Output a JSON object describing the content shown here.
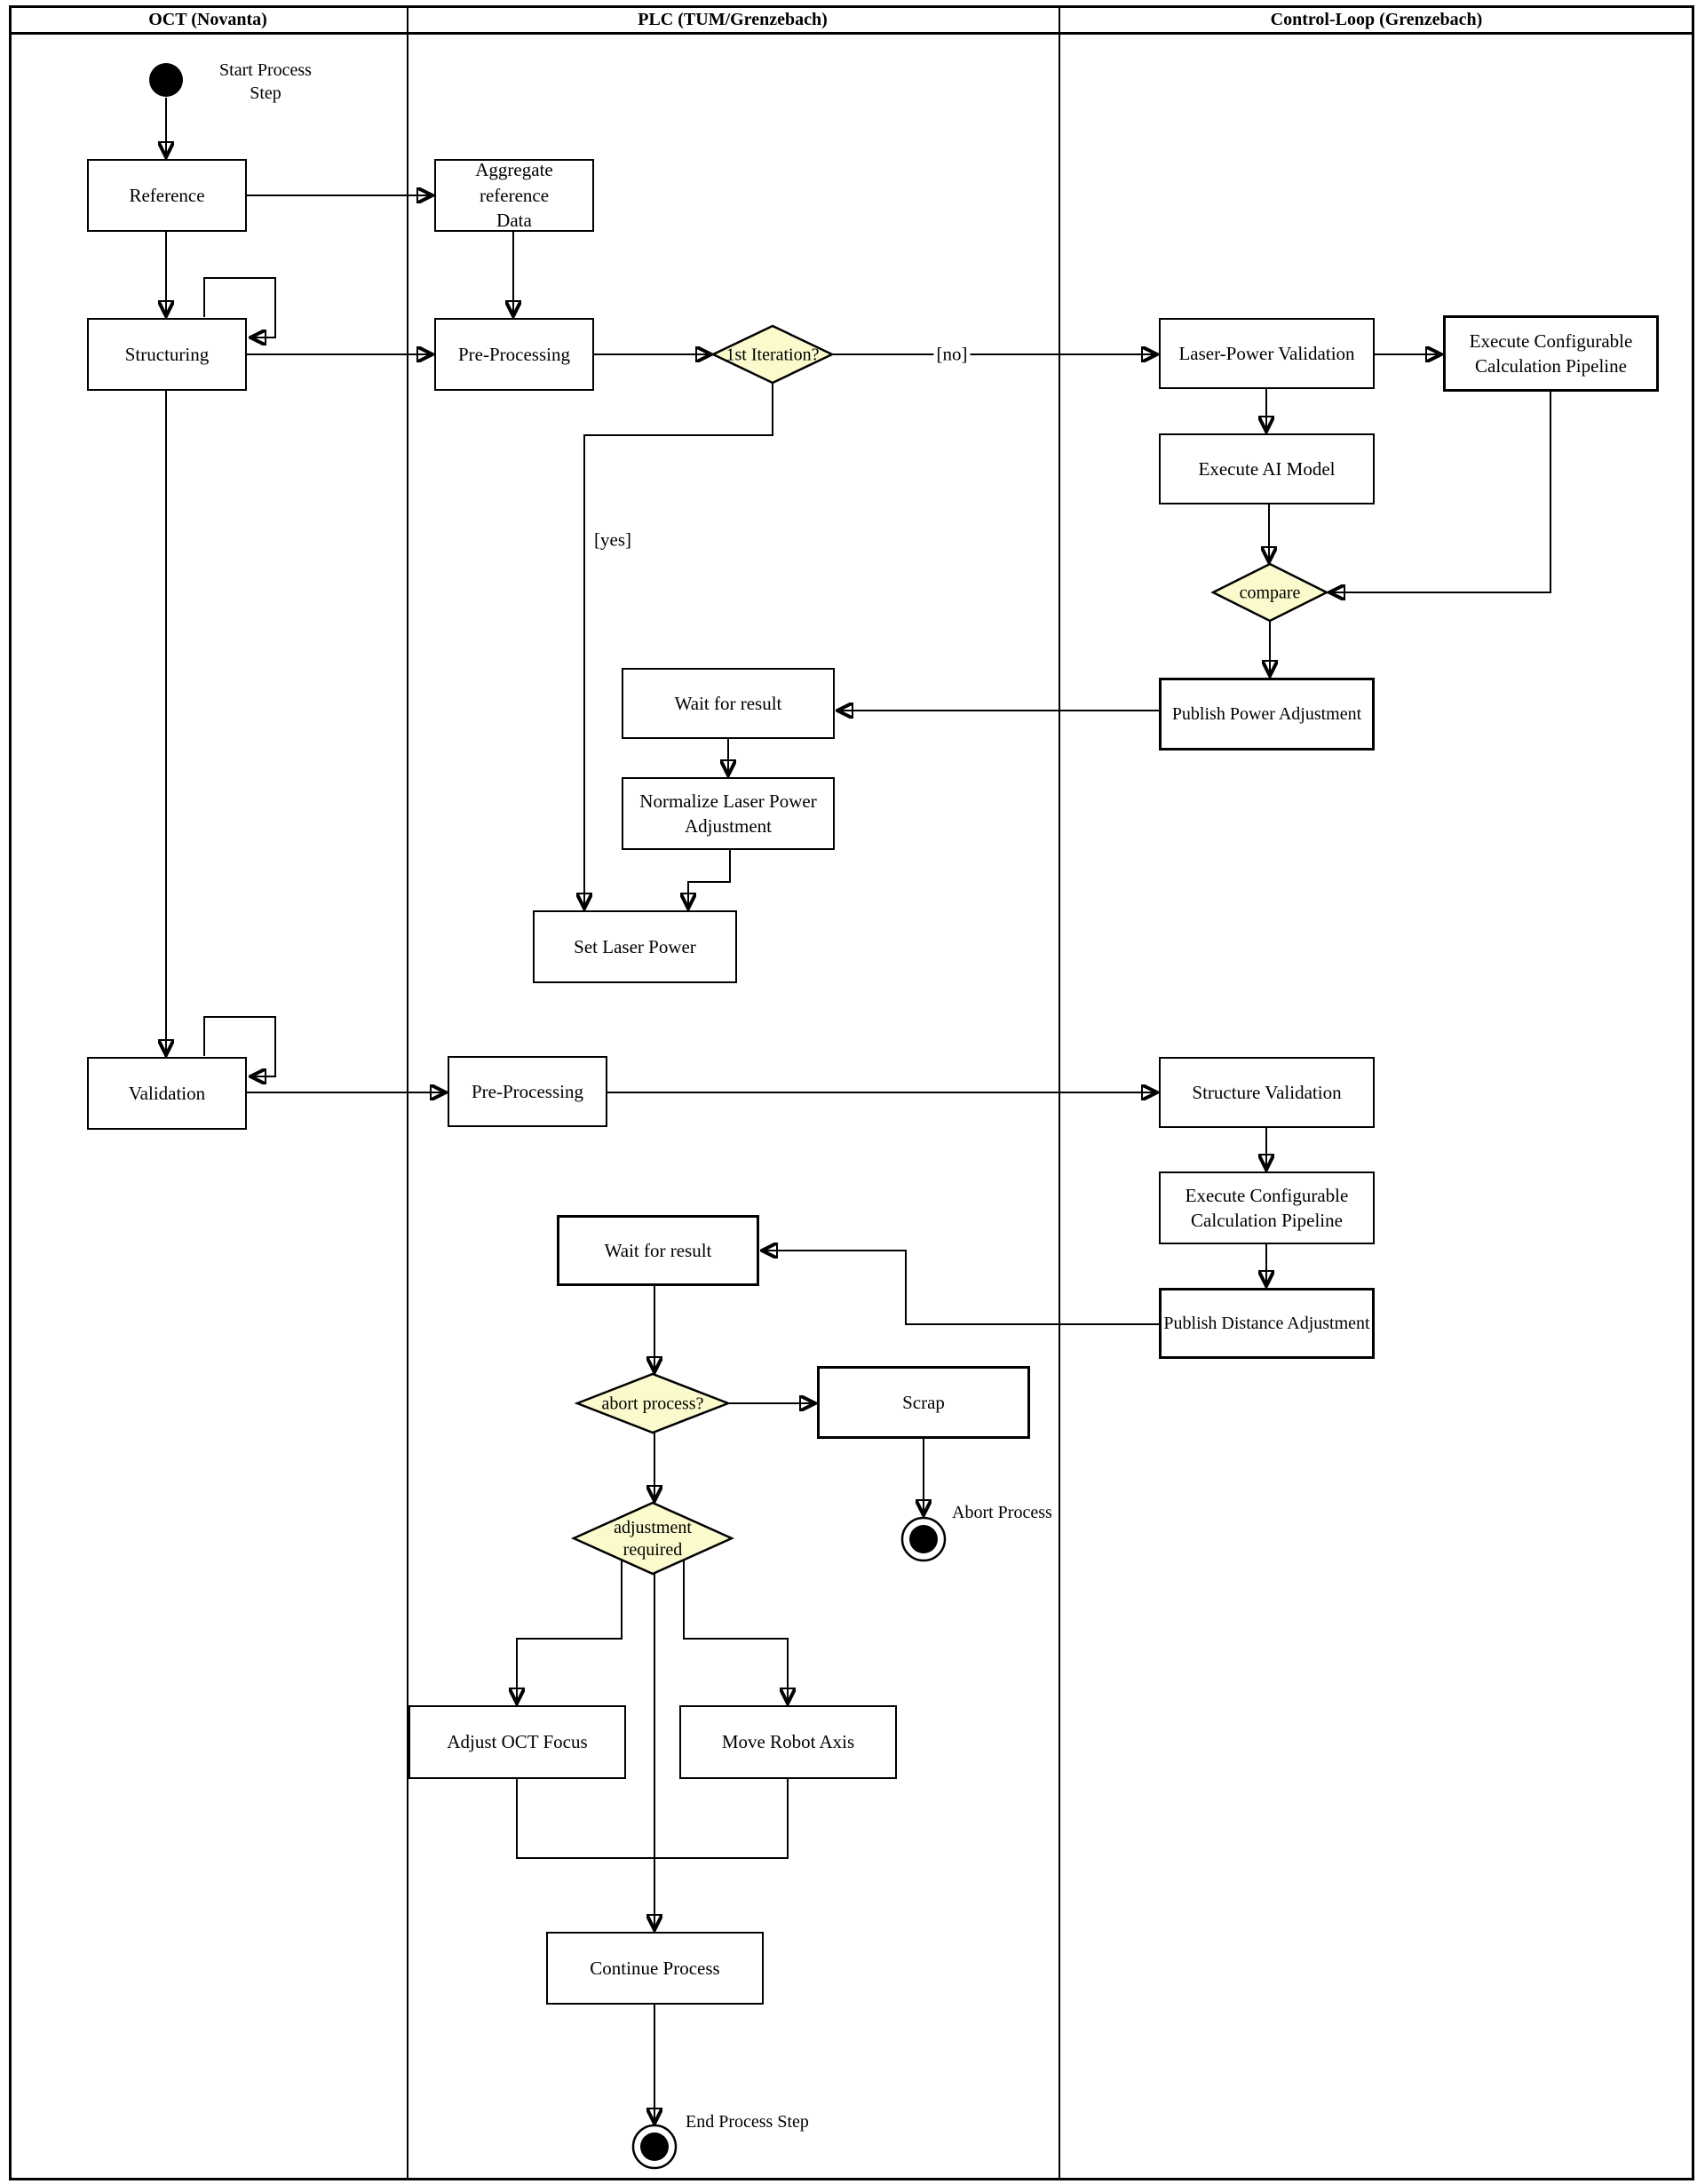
{
  "diagram_type": "uml-activity-swimlane",
  "colors": {
    "decision_fill": "#FBFACC",
    "line": "#000000",
    "background": "#FFFFFF"
  },
  "lanes": [
    {
      "title": "OCT (Novanta)"
    },
    {
      "title": "PLC (TUM/Grenzebach)"
    },
    {
      "title": "Control-Loop (Grenzebach)"
    }
  ],
  "nodes": {
    "start": {
      "label": "Start Process Step",
      "type": "start"
    },
    "reference": {
      "label": "Reference",
      "type": "action"
    },
    "aggregate_reference_data": {
      "label": "Aggregate reference Data",
      "type": "action"
    },
    "structuring": {
      "label": "Structuring",
      "type": "action"
    },
    "pre_processing_1": {
      "label": "Pre-Processing",
      "type": "action"
    },
    "first_iteration": {
      "label": "1st Iteration?",
      "type": "decision"
    },
    "laser_power_validation": {
      "label": "Laser-Power Validation",
      "type": "action"
    },
    "execute_pipeline_1": {
      "label": "Execute Configurable Calculation Pipeline",
      "type": "action"
    },
    "execute_ai_model": {
      "label": "Execute AI Model",
      "type": "action"
    },
    "compare": {
      "label": "compare",
      "type": "decision"
    },
    "publish_power_adjustment": {
      "label": "Publish Power Adjustment",
      "type": "action"
    },
    "wait_for_result_1": {
      "label": "Wait for result",
      "type": "action"
    },
    "normalize_laser_power_adjustment": {
      "label": "Normalize Laser Power Adjustment",
      "type": "action"
    },
    "set_laser_power": {
      "label": "Set Laser Power",
      "type": "action"
    },
    "validation": {
      "label": "Validation",
      "type": "action"
    },
    "pre_processing_2": {
      "label": "Pre-Processing",
      "type": "action"
    },
    "structure_validation": {
      "label": "Structure Validation",
      "type": "action"
    },
    "execute_pipeline_2": {
      "label": "Execute Configurable Calculation Pipeline",
      "type": "action"
    },
    "publish_distance_adjustment": {
      "label": "Publish Distance Adjustment",
      "type": "action"
    },
    "wait_for_result_2": {
      "label": "Wait for result",
      "type": "action"
    },
    "abort_process_decision": {
      "label": "abort process?",
      "type": "decision"
    },
    "scrap": {
      "label": "Scrap",
      "type": "action"
    },
    "abort_end": {
      "label": "Abort Process",
      "type": "end"
    },
    "adjustment_required": {
      "label": "adjustment required",
      "type": "decision"
    },
    "adjust_oct_focus": {
      "label": "Adjust OCT Focus",
      "type": "action"
    },
    "move_robot_axis": {
      "label": "Move Robot Axis",
      "type": "action"
    },
    "continue_process": {
      "label": "Continue Process",
      "type": "action"
    },
    "end": {
      "label": "End Process Step",
      "type": "end"
    }
  },
  "edge_labels": {
    "no": "[no]",
    "yes": "[yes]"
  }
}
